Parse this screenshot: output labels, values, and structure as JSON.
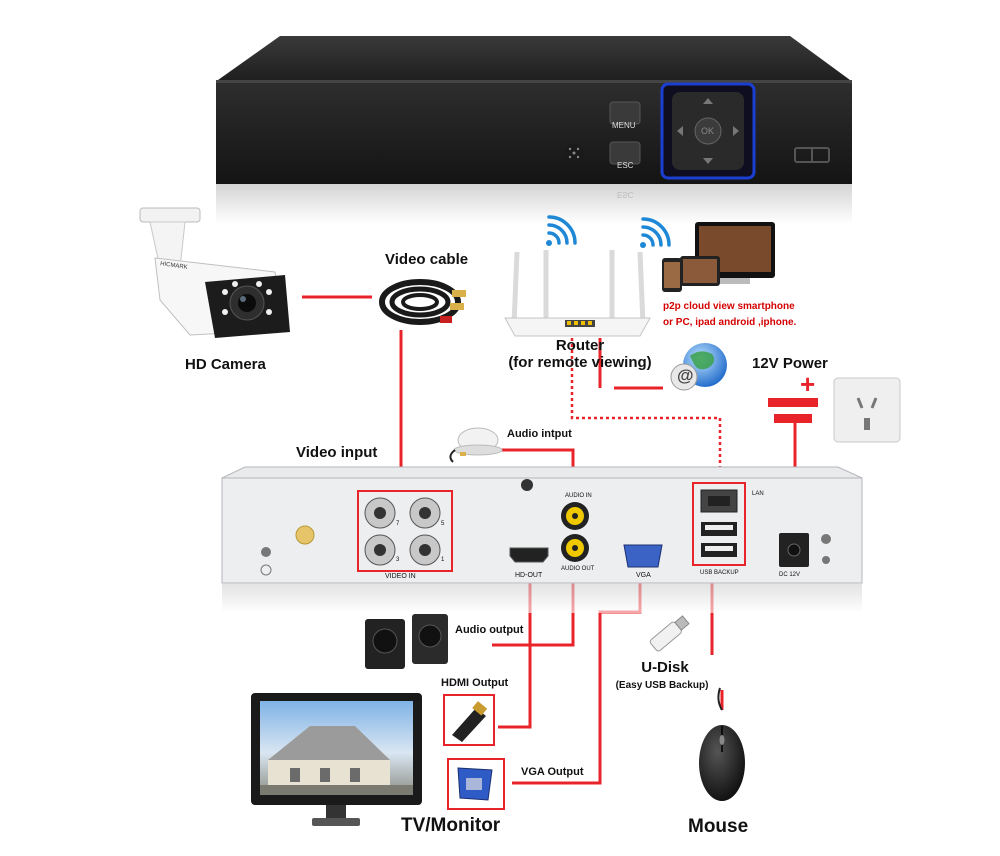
{
  "dvr_front": {
    "menu_label": "MENU",
    "esc_label": "ESC",
    "ok_label": "OK",
    "reflection_label": "ESC"
  },
  "camera": {
    "label": "HD Camera",
    "brand": "HICMARK"
  },
  "video_cable": {
    "label": "Video cable"
  },
  "router": {
    "label": "Router",
    "sublabel": "(for remote viewing)"
  },
  "p2p": {
    "line1": "p2p cloud  view smartphone",
    "line2": "or PC, ipad android ,iphone."
  },
  "power": {
    "label": "12V Power",
    "plus": "+"
  },
  "video_input": {
    "label": "Video input"
  },
  "audio_input": {
    "label": "Audio intput"
  },
  "dvr_back": {
    "video_in": "VIDEO IN",
    "audio_in": "AUDIO IN",
    "audio_out": "AUDIO OUT",
    "hd_out": "HD-OUT",
    "vga": "VGA",
    "lan": "LAN",
    "usb_backup": "USB BACKUP",
    "dc": "DC 12V",
    "bnc_numbers": [
      "7",
      "5",
      "3",
      "1"
    ]
  },
  "audio_output": {
    "label": "Audio output"
  },
  "hdmi_output": {
    "label": "HDMI Output"
  },
  "udisk": {
    "label": "U-Disk",
    "sublabel": "(Easy USB Backup)"
  },
  "vga_output": {
    "label": "VGA Output"
  },
  "tv": {
    "label": "TV/Monitor"
  },
  "mouse": {
    "label": "Mouse"
  },
  "colors": {
    "line": "#e8232a",
    "dvr": "#2b2b2b",
    "panel": "#e9eaec",
    "accent": "#1a3fd1"
  }
}
